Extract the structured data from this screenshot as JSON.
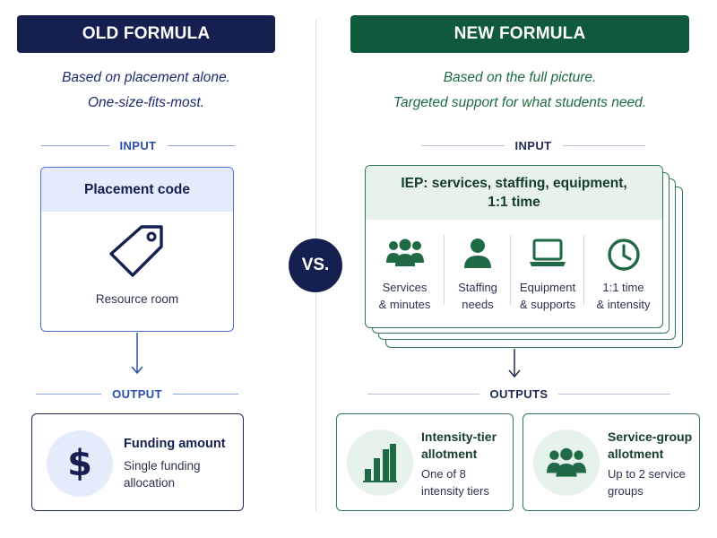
{
  "old": {
    "header": "OLD FORMULA",
    "subtitle_lines": [
      "Based on placement alone.",
      "One-size-fits-most."
    ],
    "input_label": "INPUT",
    "input_card": {
      "title": "Placement code",
      "icon": "tag-icon",
      "label": "Resource room"
    },
    "output_label": "OUTPUT",
    "output_card": {
      "icon": "dollar-icon",
      "symbol": "$",
      "title": "Funding amount",
      "desc": "Single funding allocation"
    }
  },
  "vs": "VS.",
  "new": {
    "header": "NEW FORMULA",
    "subtitle_lines": [
      "Based on the full picture.",
      "Targeted support for what students need."
    ],
    "input_label": "INPUT",
    "input_card": {
      "title": "IEP: services, staffing, equipment, 1:1 time",
      "columns": [
        {
          "icon": "people-group-icon",
          "line1": "Services",
          "line2": "& minutes"
        },
        {
          "icon": "person-icon",
          "line1": "Staffing",
          "line2": "needs"
        },
        {
          "icon": "laptop-icon",
          "line1": "Equipment",
          "line2": "& supports"
        },
        {
          "icon": "clock-icon",
          "line1": "1:1 time",
          "line2": "& intensity"
        }
      ]
    },
    "output_label": "OUTPUTS",
    "outputs": [
      {
        "icon": "bar-chart-icon",
        "title": "Intensity-tier allotment",
        "desc": "One of 8 intensity tiers"
      },
      {
        "icon": "people-group-icon",
        "title": "Service-group allotment",
        "desc": "Up to 2 service groups"
      }
    ]
  },
  "colors": {
    "navy": "#152050",
    "green": "#0f5a3a",
    "blue_accent": "#4f6fd4",
    "green_accent": "#2f7a52"
  }
}
